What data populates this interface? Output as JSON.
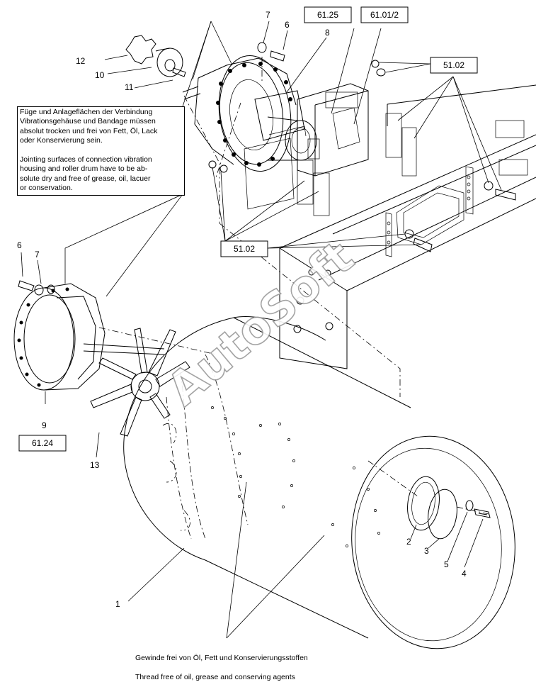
{
  "callouts": {
    "c1": "1",
    "c2": "2",
    "c3": "3",
    "c4": "4",
    "c5": "5",
    "c6_top": "6",
    "c6_left": "6",
    "c7_top": "7",
    "c7_left": "7",
    "c8": "8",
    "c9": "9",
    "c10": "10",
    "c11": "11",
    "c12": "12",
    "c13": "13"
  },
  "references": {
    "ref_6125": "61.25",
    "ref_6101": "61.01/2",
    "ref_5102_top": "51.02",
    "ref_5102_mid": "51.02",
    "ref_6124": "61.24"
  },
  "note_de": "Füge und Anlageflächen der Verbindung\nVibrationsgehäuse und Bandage müssen\nabsolut trocken und frei von Fett, Öl, Lack\noder Konservierung sein.",
  "note_en": "Jointing surfaces of connection vibration\nhousing and roller drum have to be ab-\nsolute dry and free of grease, oil, lacuer\nor conservation.",
  "thread_note_de": "Gewinde frei von Öl, Fett und Konservierungsstoffen",
  "thread_note_en": "Thread free of oil, grease and conserving agents",
  "watermark": "AutoSoft"
}
